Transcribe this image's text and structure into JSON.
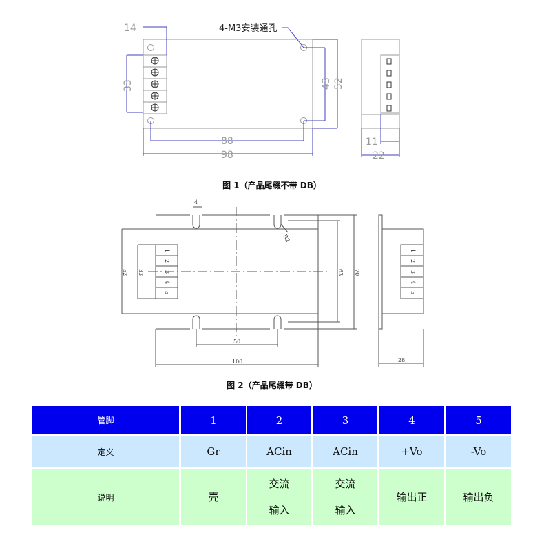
{
  "figure1": {
    "caption": "图 1（产品尾缀不带 DB）",
    "hole_label": "4-M3安装通孔",
    "dims": {
      "terminal_width": "14",
      "terminal_span": "33",
      "hole_vspan": "43",
      "height": "52",
      "hole_hspan": "88",
      "length": "98",
      "side_terminal": "11",
      "side_depth": "22"
    }
  },
  "figure2": {
    "caption": "图 2（产品尾缀带 DB）",
    "dims": {
      "slot": "4",
      "radius": "R2",
      "body_height": "52",
      "terminal_span": "33",
      "slot_vspan": "63",
      "plate_height": "70",
      "slot_hspan": "50",
      "length": "100",
      "side_depth": "28"
    },
    "pins": [
      "1",
      "2",
      "3",
      "4",
      "5"
    ]
  },
  "table": {
    "row_labels": [
      "管脚",
      "定义",
      "说明"
    ],
    "pins": [
      "1",
      "2",
      "3",
      "4",
      "5"
    ],
    "definitions": [
      "Gr",
      "ACin",
      "ACin",
      "+Vo",
      "-Vo"
    ],
    "descriptions": [
      [
        "壳"
      ],
      [
        "交流",
        "输入"
      ],
      [
        "交流",
        "输入"
      ],
      [
        "输出正"
      ],
      [
        "输出负"
      ]
    ]
  }
}
